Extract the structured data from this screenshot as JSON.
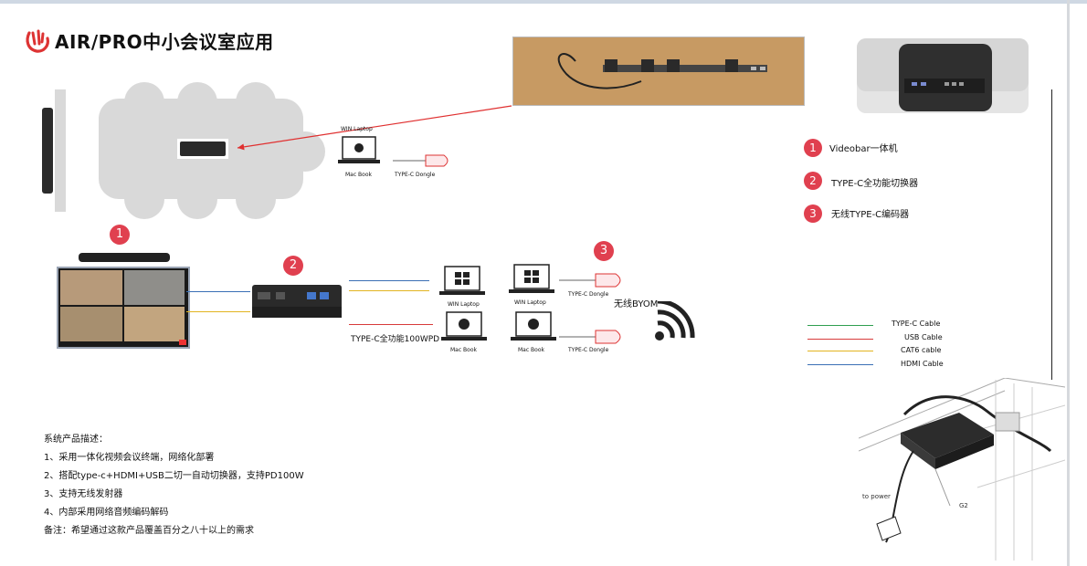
{
  "title": "AIR/PRO中小会议室应用",
  "labels": {
    "room_win_laptop": "WIN Laptop",
    "room_macbook": "Mac Book",
    "room_dongle": "TYPE-C Dongle",
    "win_laptop_a": "WIN Laptop",
    "win_laptop_b": "WIN Laptop",
    "macbook_a": "Mac Book",
    "macbook_b": "Mac Book",
    "dongle_a": "TYPE-C Dongle",
    "dongle_b": "TYPE-C Dongle",
    "byom": "无线BYOM",
    "typec_100w": "TYPE-C全功能100WPD",
    "to_power": "to power",
    "g2": "G2"
  },
  "badges": {
    "one": "1",
    "two": "2",
    "three": "3"
  },
  "legend": [
    {
      "num": "1",
      "label": "Videobar一体机"
    },
    {
      "num": "2",
      "label": "TYPE-C全功能切换器"
    },
    {
      "num": "3",
      "label": "无线TYPE-C编码器"
    }
  ],
  "cable_key": [
    {
      "label": "TYPE-C Cable",
      "color": "#2e9e4f"
    },
    {
      "label": "USB Cable",
      "color": "#d83a3a"
    },
    {
      "label": "CAT6 cable",
      "color": "#e2b420"
    },
    {
      "label": "HDMI Cable",
      "color": "#3a6fb5"
    }
  ],
  "description": {
    "heading": "系统产品描述：",
    "items": [
      "1、采用一体化视频会议终端，网络化部署",
      "2、搭配type-c+HDMI+USB二切一自动切换器，支持PD100W",
      "3、支持无线发射器",
      "4、内部采用网络音频编码解码"
    ],
    "note": "备注：希望通过这款产品覆盖百分之八十以上的需求"
  },
  "colors": {
    "accent": "#e0404f",
    "arrow": "#e03030"
  }
}
